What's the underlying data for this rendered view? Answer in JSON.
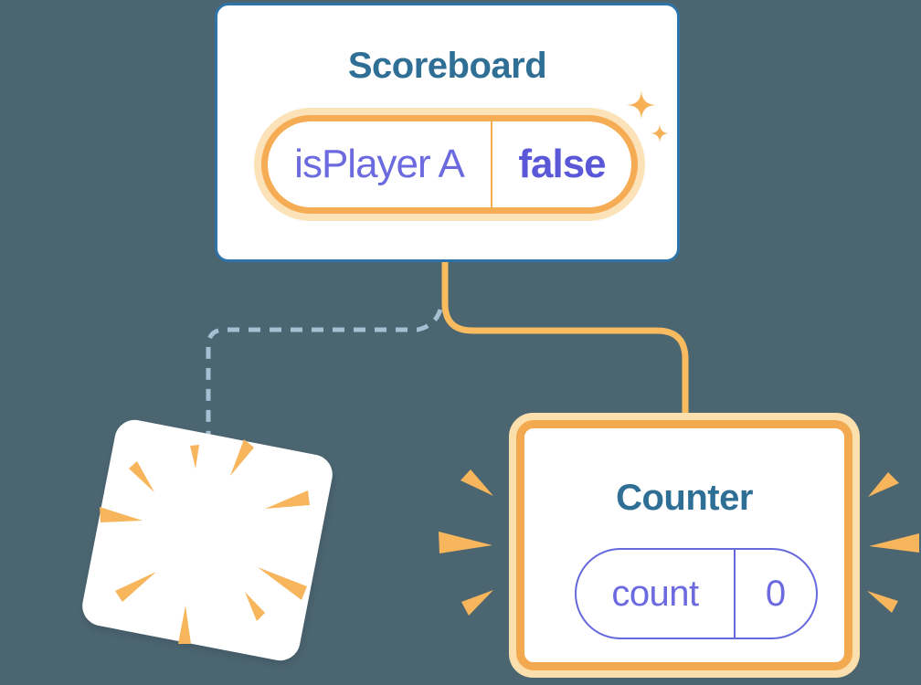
{
  "canvas": {
    "background_color": "#4B6571"
  },
  "scoreboard_component": {
    "title": "Scoreboard",
    "state_pill": {
      "key": "isPlayer A",
      "value": "false"
    },
    "border_color": "#2E74A8",
    "pill_ring_color": "#F5AC55",
    "pill_glow_color": "#FCE2B8"
  },
  "counter_component": {
    "title": "Counter",
    "state_pill": {
      "key": "count",
      "value": "0"
    },
    "border_color": "#F3A94F",
    "glow_color": "#FBDFAD",
    "pill_border_color": "#6669DC"
  },
  "destroyed_component": {
    "card_color": "#FFFFFF",
    "explosion_color": "#F7B55C"
  },
  "connectors": {
    "parent_to_counter_color": "#F8BB60",
    "parent_to_destroyed_color": "#A6C0D3",
    "parent_to_destroyed_style": "dashed"
  },
  "icons": {
    "sparkles": "sparkle-icon",
    "emphasis_marks": "burst-icon",
    "explosion_marks": "explosion-icon"
  },
  "colors": {
    "heading_teal": "#2F6F96",
    "state_purple": "#6C6ADF",
    "state_purple_bold": "#5B58D8",
    "orange": "#F5AC55",
    "white": "#FFFFFF"
  }
}
